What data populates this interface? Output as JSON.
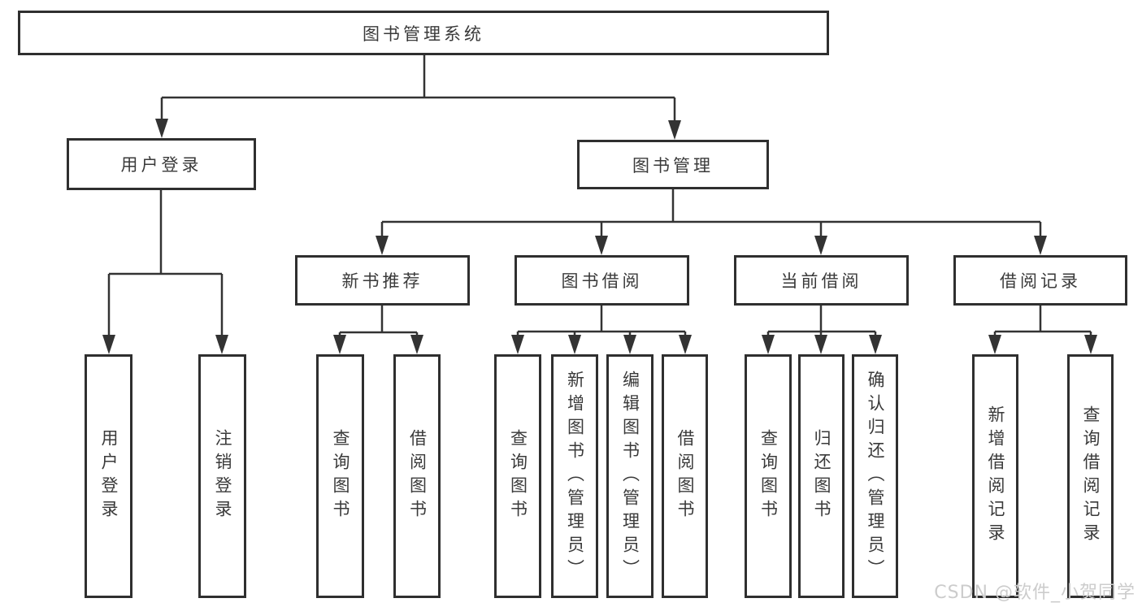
{
  "diagram": {
    "colors": {
      "border": "#2f2f2f",
      "line": "#333333",
      "text": "#3a3a3a",
      "background": "#ffffff",
      "watermark": "#cccccc"
    },
    "root": {
      "label": "图书管理系统"
    },
    "branches": [
      {
        "label": "用户登录",
        "children": [
          {
            "label": "用户登录"
          },
          {
            "label": "注销登录"
          }
        ]
      },
      {
        "label": "图书管理",
        "children": [
          {
            "label": "新书推荐",
            "children": [
              {
                "label": "查询图书"
              },
              {
                "label": "借阅图书"
              }
            ]
          },
          {
            "label": "图书借阅",
            "children": [
              {
                "label": "查询图书"
              },
              {
                "label": "新增图书（管理员）"
              },
              {
                "label": "编辑图书（管理员）"
              },
              {
                "label": "借阅图书"
              }
            ]
          },
          {
            "label": "当前借阅",
            "children": [
              {
                "label": "查询图书"
              },
              {
                "label": "归还图书"
              },
              {
                "label": "确认归还（管理员）"
              }
            ]
          },
          {
            "label": "借阅记录",
            "children": [
              {
                "label": "新增借阅记录"
              },
              {
                "label": "查询借阅记录"
              }
            ]
          }
        ]
      }
    ],
    "watermark": "CSDN @软件_小贺同学"
  }
}
